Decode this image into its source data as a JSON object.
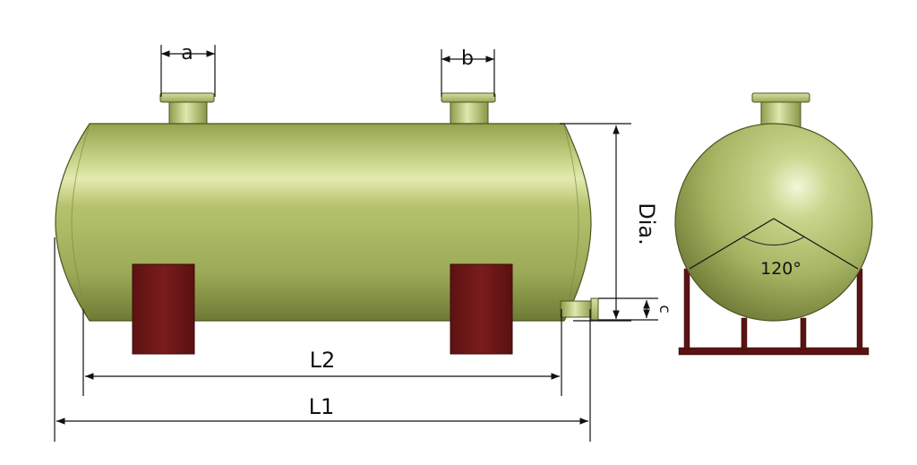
{
  "labels": {
    "a": "a",
    "b": "b",
    "dia": "Dia.",
    "c": "c",
    "l2": "L2",
    "l1": "L1",
    "angle": "120°"
  },
  "colors": {
    "tank_body": "#a9b765",
    "tank_shadow": "#6f7a35",
    "tank_highlight": "#e6edb8",
    "saddle": "#6d1616",
    "dimension_line": "#111111",
    "stand": "#5a1212"
  }
}
